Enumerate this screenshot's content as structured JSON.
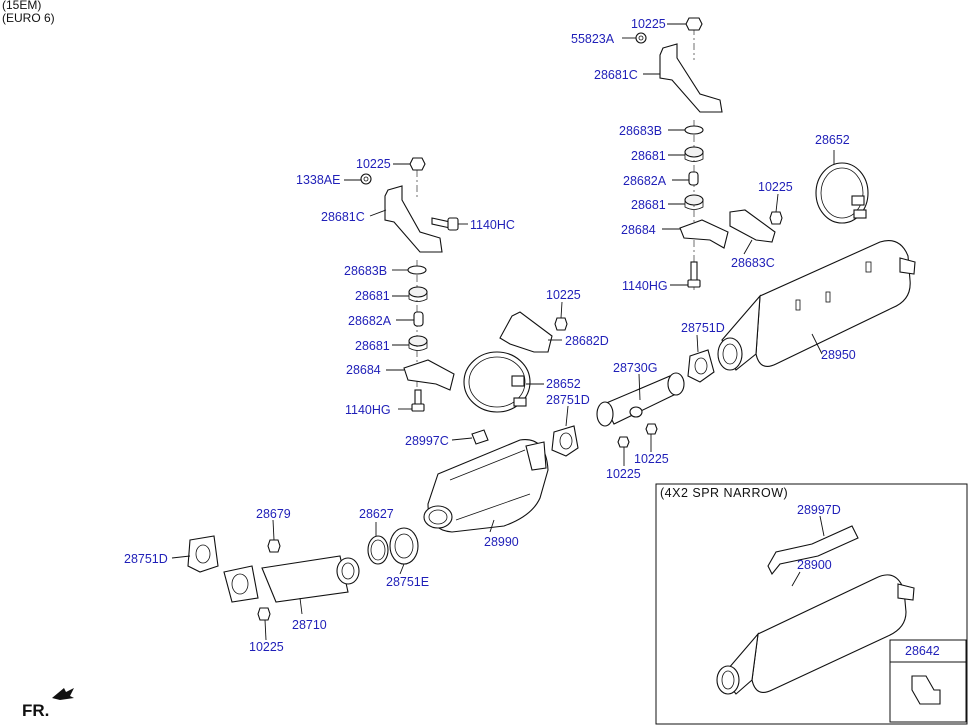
{
  "header": {
    "line1": "(15EM)",
    "line2": "(EURO 6)"
  },
  "inset_box": {
    "title": "(4X2 SPR  NARROW)"
  },
  "sub_box": {
    "label": "28642"
  },
  "fr_label": "FR.",
  "labels": {
    "l10225_top": "10225",
    "l55823A": "55823A",
    "l28681C_r": "28681C",
    "l28683B_r": "28683B",
    "l28681_r1": "28681",
    "l28682A_r": "28682A",
    "l28681_r2": "28681",
    "l28684_r": "28684",
    "l28683C": "28683C",
    "l10225_rb": "10225",
    "l1140HG_r": "1140HG",
    "l28652_r": "28652",
    "l28950": "28950",
    "l10225_l": "10225",
    "l1338AE": "1338AE",
    "l28681C_l": "28681C",
    "l1140HC": "1140HC",
    "l28683B_l": "28683B",
    "l28681_l1": "28681",
    "l28682A_l": "28682A",
    "l28681_l2": "28681",
    "l28684_l": "28684",
    "l1140HG_l": "1140HG",
    "l10225_mid": "10225",
    "l28682D": "28682D",
    "l28652_m": "28652",
    "l28751D_m": "28751D",
    "l28751D_r": "28751D",
    "l28730G": "28730G",
    "l28997C": "28997C",
    "l10225_a": "10225",
    "l10225_b": "10225",
    "l28990": "28990",
    "l28679": "28679",
    "l28627": "28627",
    "l28751D_l": "28751D",
    "l28751E": "28751E",
    "l28710": "28710",
    "l10225_bot": "10225",
    "l28997D": "28997D",
    "l28900": "28900"
  }
}
